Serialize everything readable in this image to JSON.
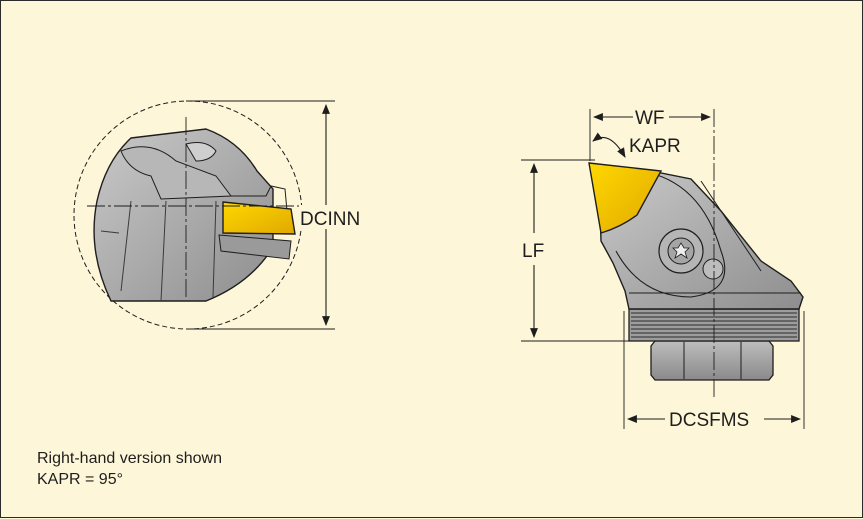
{
  "labels": {
    "dcinn": "DCINN",
    "wf": "WF",
    "kapr": "KAPR",
    "lf": "LF",
    "dcsfms": "DCSFMS"
  },
  "notes": {
    "line1": "Right-hand version shown",
    "line2": "KAPR = 95°"
  },
  "colors": {
    "background": "#fdf6d8",
    "insert": "#f5c400",
    "body": "#a9a9a9"
  }
}
